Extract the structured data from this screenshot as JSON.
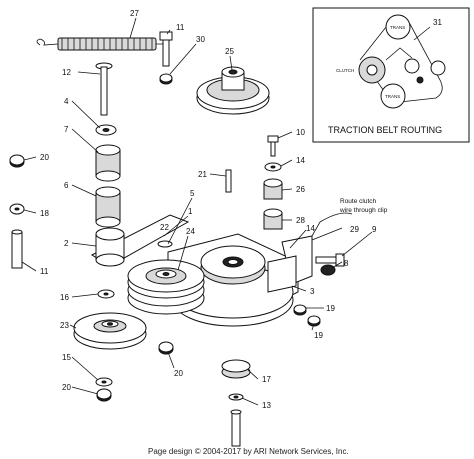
{
  "callouts": [
    {
      "id": "c27",
      "text": "27"
    },
    {
      "id": "c11a",
      "text": "11"
    },
    {
      "id": "c30",
      "text": "30"
    },
    {
      "id": "c12",
      "text": "12"
    },
    {
      "id": "c25",
      "text": "25"
    },
    {
      "id": "c4",
      "text": "4"
    },
    {
      "id": "c7",
      "text": "7"
    },
    {
      "id": "c10",
      "text": "10"
    },
    {
      "id": "c20a",
      "text": "20"
    },
    {
      "id": "c14a",
      "text": "14"
    },
    {
      "id": "c6",
      "text": "6"
    },
    {
      "id": "c21",
      "text": "21"
    },
    {
      "id": "c5",
      "text": "5"
    },
    {
      "id": "c26",
      "text": "26"
    },
    {
      "id": "c18",
      "text": "18"
    },
    {
      "id": "c1",
      "text": "1"
    },
    {
      "id": "c28",
      "text": "28"
    },
    {
      "id": "c29",
      "text": "29"
    },
    {
      "id": "c9",
      "text": "9"
    },
    {
      "id": "c14b",
      "text": "14"
    },
    {
      "id": "c2",
      "text": "2"
    },
    {
      "id": "c24",
      "text": "24"
    },
    {
      "id": "c22",
      "text": "22"
    },
    {
      "id": "c11b",
      "text": "11"
    },
    {
      "id": "c3",
      "text": "3"
    },
    {
      "id": "c16",
      "text": "16"
    },
    {
      "id": "c19a",
      "text": "19"
    },
    {
      "id": "c19b",
      "text": "19"
    },
    {
      "id": "c23",
      "text": "23"
    },
    {
      "id": "c20b",
      "text": "20"
    },
    {
      "id": "c15",
      "text": "15"
    },
    {
      "id": "c17",
      "text": "17"
    },
    {
      "id": "c20c",
      "text": "20"
    },
    {
      "id": "c13",
      "text": "13"
    },
    {
      "id": "c8",
      "text": "8"
    },
    {
      "id": "c31",
      "text": "31"
    }
  ],
  "route_note": [
    "Route clutch",
    "wire through clip"
  ],
  "inset": {
    "title": "TRACTION BELT ROUTING",
    "labels": {
      "trans_top": "TRANS",
      "clutch": "CLUTCH",
      "trans_bottom": "TRANS"
    }
  },
  "footer": "Page design © 2004-2017 by ARI Network Services, Inc."
}
